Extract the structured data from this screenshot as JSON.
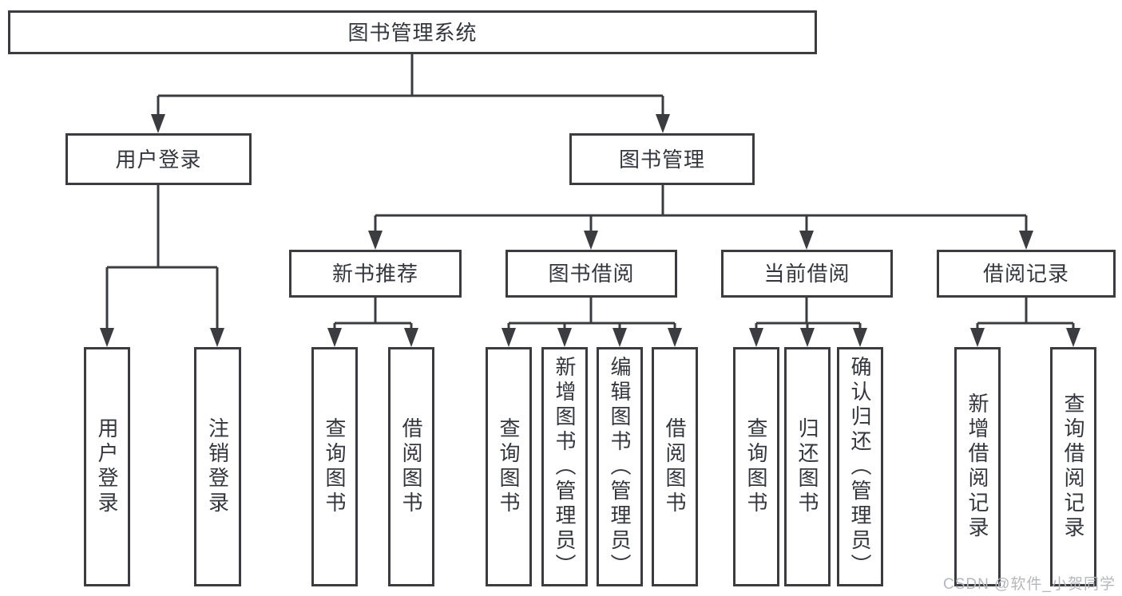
{
  "watermark": "CSDN @软件_小贺同学",
  "colors": {
    "line": "#3a3c40",
    "text": "#33373d",
    "background": "#ffffff",
    "watermark_color": "#b4b8bc"
  },
  "diagram_type": "hierarchy-tree",
  "tree": {
    "label": "图书管理系统",
    "children": [
      {
        "label": "用户登录",
        "children": [
          {
            "label": "用户登录"
          },
          {
            "label": "注销登录"
          }
        ]
      },
      {
        "label": "图书管理",
        "children": [
          {
            "label": "新书推荐",
            "children": [
              {
                "label": "查询图书"
              },
              {
                "label": "借阅图书"
              }
            ]
          },
          {
            "label": "图书借阅",
            "children": [
              {
                "label": "查询图书"
              },
              {
                "label": "新增图书（管理员）"
              },
              {
                "label": "编辑图书（管理员）"
              },
              {
                "label": "借阅图书"
              }
            ]
          },
          {
            "label": "当前借阅",
            "children": [
              {
                "label": "查询图书"
              },
              {
                "label": "归还图书"
              },
              {
                "label": "确认归还（管理员）"
              }
            ]
          },
          {
            "label": "借阅记录",
            "children": [
              {
                "label": "新增借阅记录"
              },
              {
                "label": "查询借阅记录"
              }
            ]
          }
        ]
      }
    ]
  }
}
